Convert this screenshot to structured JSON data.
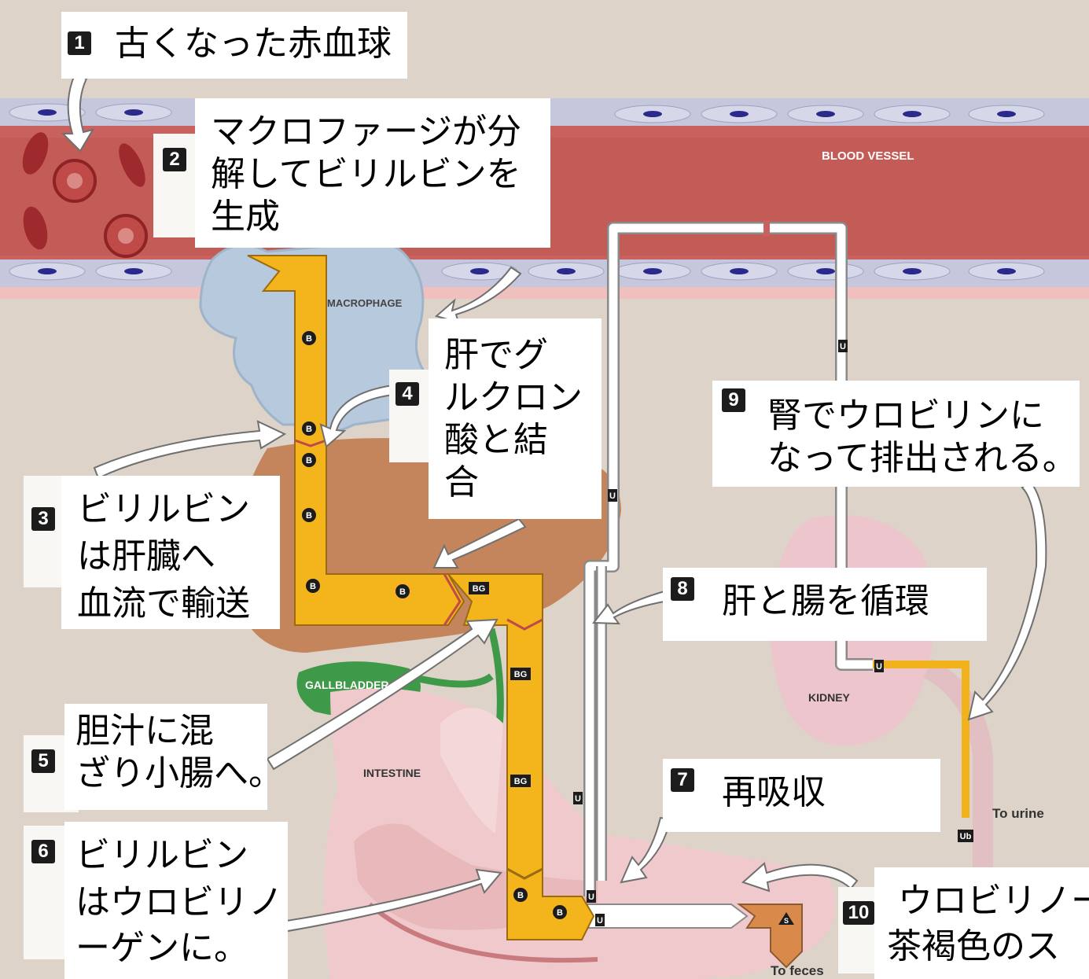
{
  "labels": {
    "blood_vessel": "BLOOD VESSEL",
    "macrophage": "MACROPHAGE",
    "gallbladder": "GALLBLADDER",
    "intestine": "INTESTINE",
    "kidney": "KIDNEY",
    "to_urine": "To urine",
    "to_feces": "To feces"
  },
  "markers": {
    "b": "B",
    "bg": "BG",
    "u": "U",
    "ub": "Ub",
    "s": "S"
  },
  "steps": [
    {
      "num": "1",
      "text": "古くなった赤血球"
    },
    {
      "num": "2",
      "line1": "マクロファージが分",
      "line2": "解してビリルビンを",
      "line3": "生成"
    },
    {
      "num": "3",
      "line1": "ビリルビン",
      "line2": "は肝臓へ",
      "line3": "血流で輸送"
    },
    {
      "num": "4",
      "line1": "肝でグ",
      "line2": "ルクロン",
      "line3": "酸と結",
      "line4": "合"
    },
    {
      "num": "5",
      "line1": "胆汁に混",
      "line2": "ざり小腸へ。"
    },
    {
      "num": "6",
      "line1": "ビリルビン",
      "line2": "はウロビリノ",
      "line3": "ーゲンに。"
    },
    {
      "num": "7",
      "text": "再吸収"
    },
    {
      "num": "8",
      "text": "肝と腸を循環"
    },
    {
      "num": "9",
      "line1": "腎でウロビリンに",
      "line2": "なって排出される。"
    },
    {
      "num": "10",
      "line1": "ウロビリノー",
      "line2": "茶褐色のス"
    }
  ]
}
